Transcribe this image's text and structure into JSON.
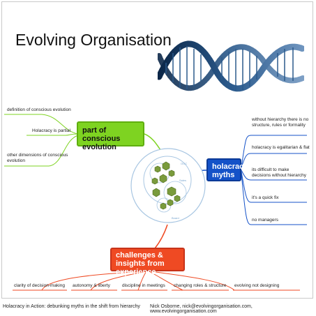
{
  "title": "Evolving Organisation",
  "center_labels": {
    "ooc": "OOC",
    "board": "Board",
    "small": "Sales"
  },
  "branches": {
    "conscious": {
      "label": "part of conscious evolution",
      "color": "#7ed321",
      "leaves": [
        "definition of conscious evolution",
        "Holacracy is partial",
        "other dimensions of conscious evolution"
      ]
    },
    "myths": {
      "label": "holacracy myths",
      "color": "#1452c8",
      "leaves": [
        "without hierarchy there is no structure, rules or formality",
        "holacracy is egalitarian & flat",
        "its difficult to make decisions without hierarchy",
        "it's a quick fix",
        "no managers"
      ]
    },
    "challenges": {
      "label": "challenges & insights from experience",
      "color": "#ef4a23",
      "leaves": [
        "clarity of decision-making",
        "autonomy & liberty",
        "discipline in meetings",
        "changing roles & structure",
        "evolving not designing"
      ]
    }
  },
  "footer": {
    "left": "Holacracy in Action: debunking myths in the shift from hierarchy",
    "right": "Nick Osborne, nick@evolvingorganisation.com, www.evolvingorganisation.com"
  }
}
